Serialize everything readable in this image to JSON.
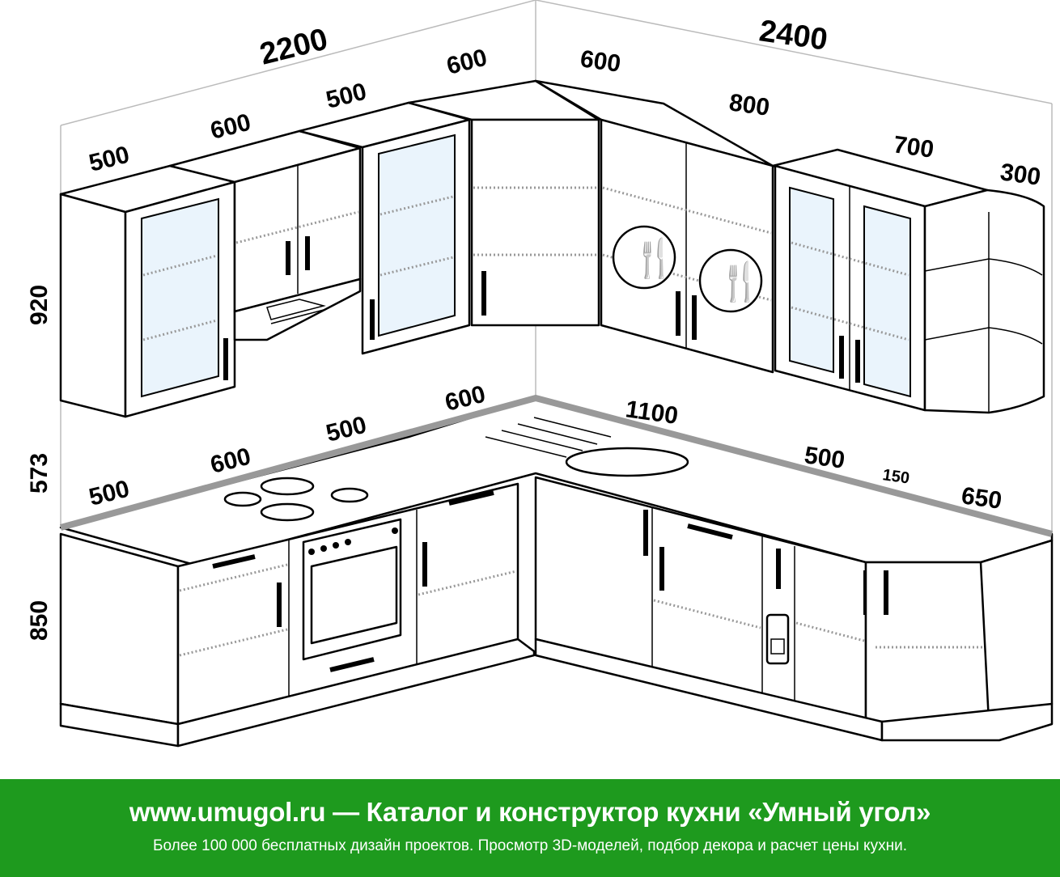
{
  "dimensions": {
    "upper_left_total": "2200",
    "upper_right_total": "2400",
    "upper_left": [
      "500",
      "600",
      "500",
      "600"
    ],
    "upper_right": [
      "600",
      "800",
      "700",
      "300"
    ],
    "lower_left": [
      "500",
      "600",
      "500",
      "600"
    ],
    "lower_right": [
      "1100",
      "500",
      "150",
      "650"
    ],
    "heights": [
      "920",
      "573",
      "850"
    ]
  },
  "banner": {
    "title": "www.umugol.ru — Каталог и конструктор кухни «Умный угол»",
    "subtitle": "Более 100 000 бесплатных дизайн проектов. Просмотр 3D-моделей, подбор декора и расчет цены кухни.",
    "color": "#1e9a1e"
  }
}
